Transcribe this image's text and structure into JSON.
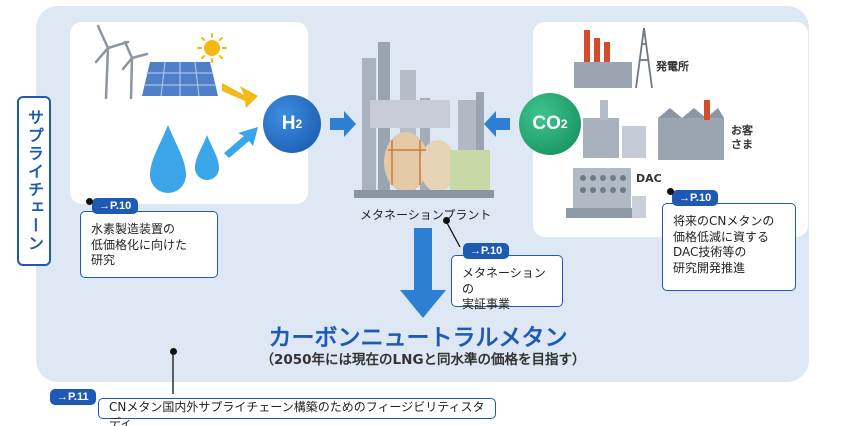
{
  "supply_chain_label": "サプライチェーン",
  "hydrogen": {
    "symbol": "H",
    "subscript": "2"
  },
  "co2": {
    "symbol": "CO",
    "subscript": "2"
  },
  "plant_label": "メタネーションプラント",
  "sources": {
    "power_plant": "発電所",
    "customer": "お客\nさま",
    "dac": "DAC"
  },
  "callouts": [
    {
      "tag": "→P.10",
      "text": "水素製造装置の\n低価格化に向けた\n研究"
    },
    {
      "tag": "→P.10",
      "text": "メタネーションの\n実証事業"
    },
    {
      "tag": "→P.10",
      "text": "将来のCNメタンの\n価格低減に資する\nDAC技術等の\n研究開発推進"
    },
    {
      "tag": "→P.11",
      "text": "CNメタン国内外サプライチェーン構築のためのフィージビリティスタディ"
    }
  ],
  "main_title": "カーボンニュートラルメタン",
  "main_subtitle": "（2050年には現在のLNGと同水準の価格を目指す）",
  "colors": {
    "accent_blue": "#1e5ab4",
    "arrow_blue": "#2c7fd2",
    "co2_green": "#14a06a",
    "panel_bg": "#dde8f4"
  }
}
